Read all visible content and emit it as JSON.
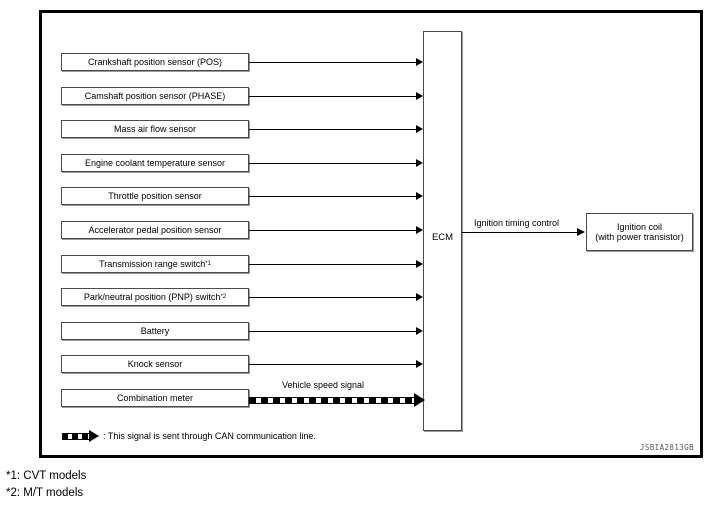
{
  "figure": {
    "id_code": "JSBIA2813GB"
  },
  "ecm": {
    "label": "ECM"
  },
  "sensors": [
    {
      "label": "Crankshaft position sensor (POS)",
      "note": "",
      "link": "solid"
    },
    {
      "label": "Camshaft position sensor (PHASE)",
      "note": "",
      "link": "solid"
    },
    {
      "label": "Mass air flow sensor",
      "note": "",
      "link": "solid"
    },
    {
      "label": "Engine coolant temperature sensor",
      "note": "",
      "link": "solid"
    },
    {
      "label": "Throttle position sensor",
      "note": "",
      "link": "solid"
    },
    {
      "label": "Accelerator pedal position sensor",
      "note": "",
      "link": "solid"
    },
    {
      "label": "Transmission range switch",
      "note": "*1",
      "link": "solid"
    },
    {
      "label": "Park/neutral position (PNP) switch",
      "note": "*2",
      "link": "solid"
    },
    {
      "label": "Battery",
      "note": "",
      "link": "solid"
    },
    {
      "label": "Knock sensor",
      "note": "",
      "link": "solid"
    },
    {
      "label": "Combination meter",
      "note": "",
      "link": "can"
    }
  ],
  "signals": {
    "vehicle_speed": "Vehicle speed signal",
    "ignition_timing": "Ignition timing control"
  },
  "output": {
    "line1": "Ignition coil",
    "line2": "(with power transistor)"
  },
  "legend": {
    "text": ": This signal is sent through CAN communication line."
  },
  "footnotes": [
    "*1: CVT models",
    "*2: M/T models"
  ]
}
